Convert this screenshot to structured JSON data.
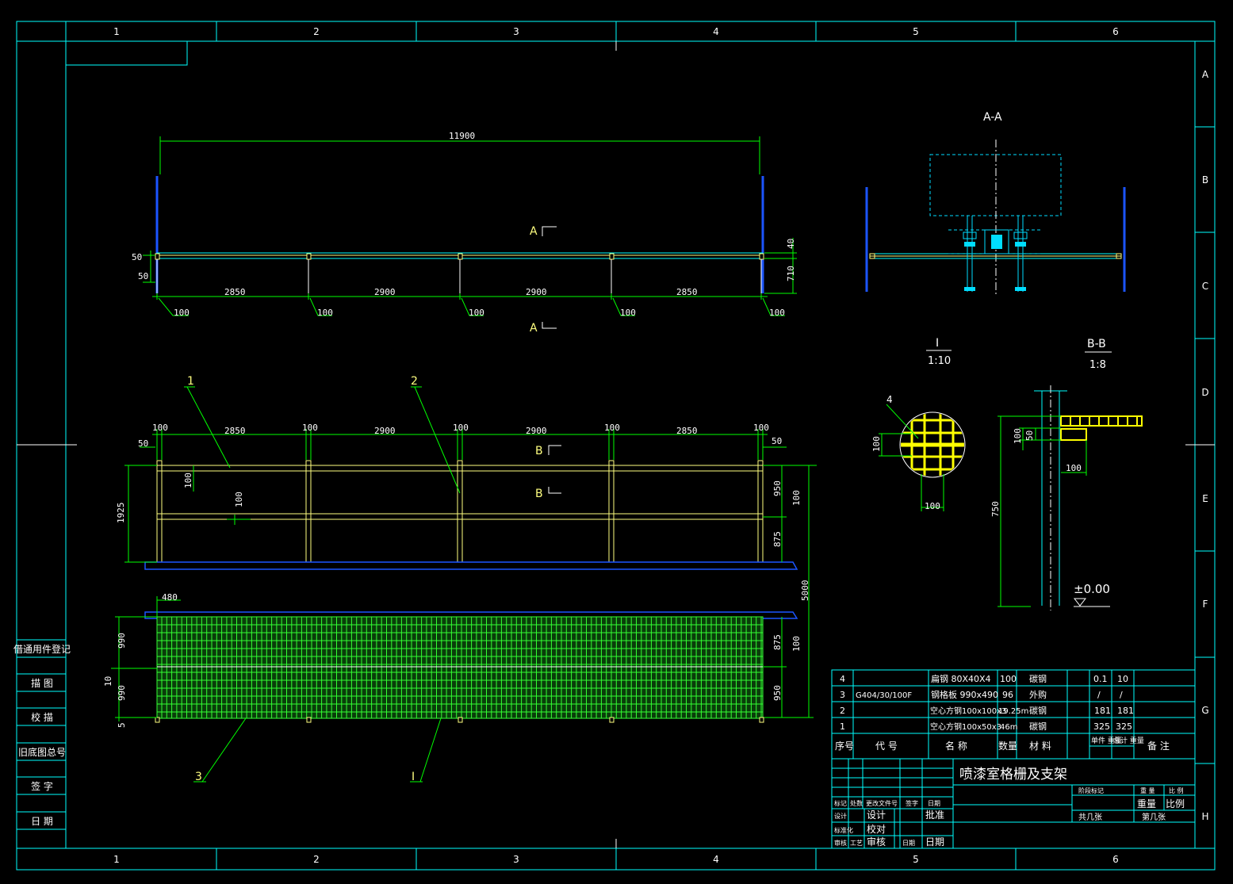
{
  "frame": {
    "columns": [
      "1",
      "2",
      "3",
      "4",
      "5",
      "6"
    ],
    "rows": [
      "A",
      "B",
      "C",
      "D",
      "E",
      "F",
      "G",
      "H"
    ]
  },
  "left_strip": [
    "借通用件登记",
    "描 图",
    "校 描",
    "旧底图总号",
    "签 字",
    "日 期"
  ],
  "views": {
    "top": {
      "overall": "11900",
      "spans": [
        "2850",
        "2900",
        "2900",
        "2850"
      ],
      "posts": [
        "100",
        "100",
        "100",
        "100",
        "100"
      ],
      "dims_left": [
        "50",
        "50"
      ],
      "dims_right": [
        "40",
        "710"
      ],
      "section_mark": "A"
    },
    "aa": {
      "title": "A-A"
    },
    "front": {
      "dims_top": [
        "100",
        "2850",
        "100",
        "2900",
        "100",
        "2900",
        "100",
        "2850",
        "100"
      ],
      "dim_50_left": "50",
      "dim_50_right": "50",
      "height": "1925",
      "rail_gap": "100",
      "rail_gap2": "100",
      "right_dims": [
        "950",
        "875"
      ],
      "right_small": "100",
      "overall_right": "5000",
      "section_mark": "B",
      "leaders": [
        "1",
        "2"
      ]
    },
    "plan": {
      "dim_top": "480",
      "left_dims": [
        "990",
        "10",
        "990",
        "5"
      ],
      "right_dims": [
        "875",
        "950"
      ],
      "right_small": "100",
      "leaders": [
        "3",
        "I"
      ]
    },
    "detail_i": {
      "title": "I",
      "scale": "1:10",
      "leader": "4",
      "dim_v": "100",
      "dim_h": "100"
    },
    "bb": {
      "title": "B-B",
      "scale": "1:8",
      "dims": [
        "100",
        "50",
        "100",
        "750"
      ],
      "level": "±0.00"
    }
  },
  "bom": {
    "headers": [
      "序号",
      "代 号",
      "名 称",
      "数量",
      "材 料",
      "单件 重量",
      "总计 重量",
      "备 注"
    ],
    "rows": [
      [
        "4",
        "",
        "扁钢 80X40X4",
        "100",
        "碳钢",
        "0.1",
        "10",
        ""
      ],
      [
        "3",
        "G404/30/100F",
        "钢格板 990x490",
        "96",
        "外购",
        "/",
        "/",
        ""
      ],
      [
        "2",
        "",
        "空心方钢100x100x3",
        "19.25m",
        "碳钢",
        "181",
        "181",
        ""
      ],
      [
        "1",
        "",
        "空心方钢100x50x3",
        "46m",
        "碳钢",
        "325",
        "325",
        ""
      ]
    ]
  },
  "title_block": {
    "title": "喷漆室格栅及支架",
    "stage_label": "阶段标记",
    "weight_label": "重 量",
    "scale_label": "比 例",
    "weight_label2": "重量",
    "scale_label2": "比例",
    "sheets_total": "共几张",
    "sheet_no": "第几张",
    "roles": [
      "设计",
      "校对",
      "审核"
    ],
    "approve": "批准",
    "date": "日期",
    "small": [
      "标记",
      "处数",
      "更改文件号",
      "签字",
      "日期"
    ],
    "small2": [
      "设计",
      "标准化"
    ],
    "small3": [
      "审核",
      "工艺",
      "日期"
    ]
  },
  "colors": {
    "frame": "#00ffff",
    "dims": "#00ff00",
    "steel": "#ffff80",
    "grating": "#33ff33",
    "hidden": "#1c55ff",
    "cyan_part": "#00ddff",
    "text": "#ffffff"
  }
}
